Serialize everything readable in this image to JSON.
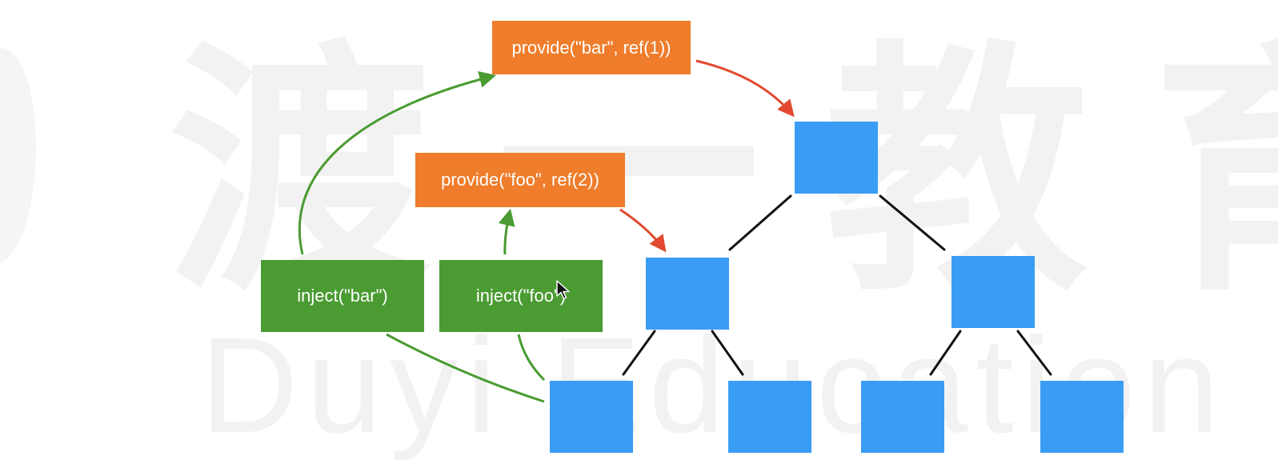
{
  "watermark": {
    "cn": "渡一教育",
    "en": "Duyi Education"
  },
  "colors": {
    "provide": "#ef7d2b",
    "inject": "#4a9b32",
    "node": "#3a9df4",
    "provide_arrow": "#e2492f",
    "inject_arrow": "#4a9b32",
    "edge": "#111111"
  },
  "provides": [
    {
      "label": "provide(\"bar\", ref(1))"
    },
    {
      "label": "provide(\"foo\", ref(2))"
    }
  ],
  "injects": [
    {
      "label": "inject(\"bar\")"
    },
    {
      "label": "inject(\"foo\")"
    }
  ],
  "tree": {
    "levels": 3,
    "nodes": [
      "root",
      "left",
      "right",
      "left-left",
      "left-right",
      "right-left",
      "right-right"
    ]
  }
}
